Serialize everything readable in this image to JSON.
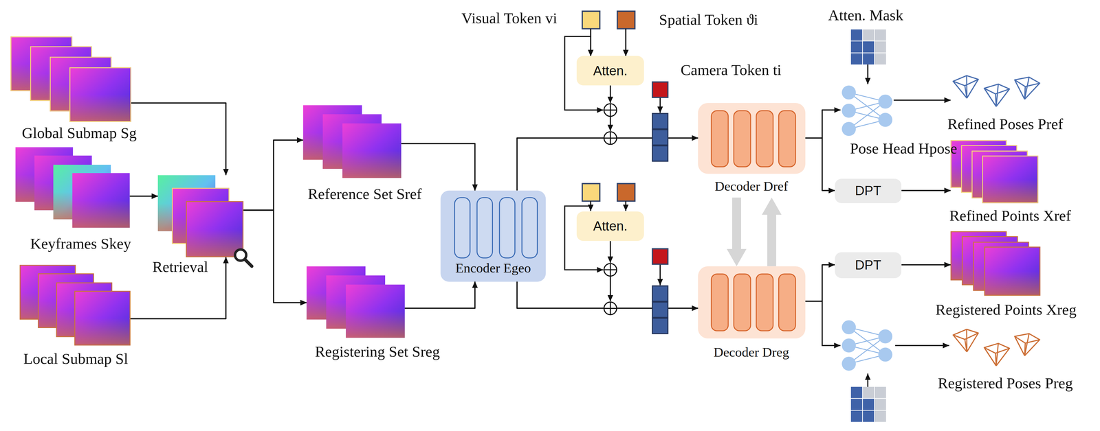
{
  "diagram": {
    "nodes": [
      {
        "text": [
          "Global Submap Sg"
        ]
      },
      {
        "text": [
          "Keyframes Skey"
        ]
      },
      {
        "text": [
          "Local Submap Sl"
        ]
      },
      {
        "text": [
          "Retrieval"
        ]
      },
      {
        "text": [
          "Reference Set Sref"
        ]
      },
      {
        "text": [
          "Registering Set Sreg"
        ]
      },
      {
        "text": [
          "Encoder Egeo"
        ]
      },
      {
        "text": [
          "Visual Token vi"
        ]
      },
      {
        "text": [
          "Spatial Token ϑi"
        ]
      },
      {
        "text": [
          "Atten."
        ]
      },
      {
        "text": [
          "Camera Token ti"
        ]
      },
      {
        "text": [
          "Atten."
        ]
      },
      {
        "text": [
          "Decoder Dref"
        ]
      },
      {
        "text": [
          "Decoder Dreg"
        ]
      },
      {
        "text": [
          "Atten. Mask"
        ]
      },
      {
        "text": [
          "Pose Head Hpose"
        ]
      },
      {
        "text": [
          "DPT"
        ]
      },
      {
        "text": [
          "DPT"
        ]
      },
      {
        "text": [
          "Refined Poses Pref"
        ]
      },
      {
        "text": [
          "Refined Points Xref"
        ]
      },
      {
        "text": [
          "Registered Points Xreg"
        ]
      },
      {
        "text": [
          "Registered Poses Preg"
        ]
      }
    ],
    "edges": [
      {
        "from": 0,
        "to": 3,
        "arrow": "to"
      },
      {
        "from": 1,
        "to": 3,
        "arrow": "to"
      },
      {
        "from": 2,
        "to": 3,
        "arrow": "to"
      },
      {
        "from": 3,
        "to": 4,
        "arrow": "to"
      },
      {
        "from": 3,
        "to": 5,
        "arrow": "to"
      },
      {
        "from": 4,
        "to": 6,
        "arrow": "to"
      },
      {
        "from": 5,
        "to": 6,
        "arrow": "to"
      },
      {
        "from": 7,
        "to": 9,
        "arrow": "to"
      },
      {
        "from": 8,
        "to": 9,
        "arrow": "to"
      },
      {
        "from": 6,
        "to": 12,
        "arrow": "to"
      },
      {
        "from": 6,
        "to": 13,
        "arrow": "to"
      },
      {
        "from": 12,
        "to": 13,
        "arrow": "to"
      },
      {
        "from": 13,
        "to": 12,
        "arrow": "to"
      },
      {
        "from": 14,
        "to": 15,
        "arrow": "to"
      },
      {
        "from": 12,
        "to": 15,
        "arrow": "to"
      },
      {
        "from": 12,
        "to": 16,
        "arrow": "to"
      },
      {
        "from": 15,
        "to": 18,
        "arrow": "to"
      },
      {
        "from": 16,
        "to": 19,
        "arrow": "to"
      },
      {
        "from": 13,
        "to": 17,
        "arrow": "to"
      },
      {
        "from": 17,
        "to": 20,
        "arrow": "to"
      }
    ]
  }
}
